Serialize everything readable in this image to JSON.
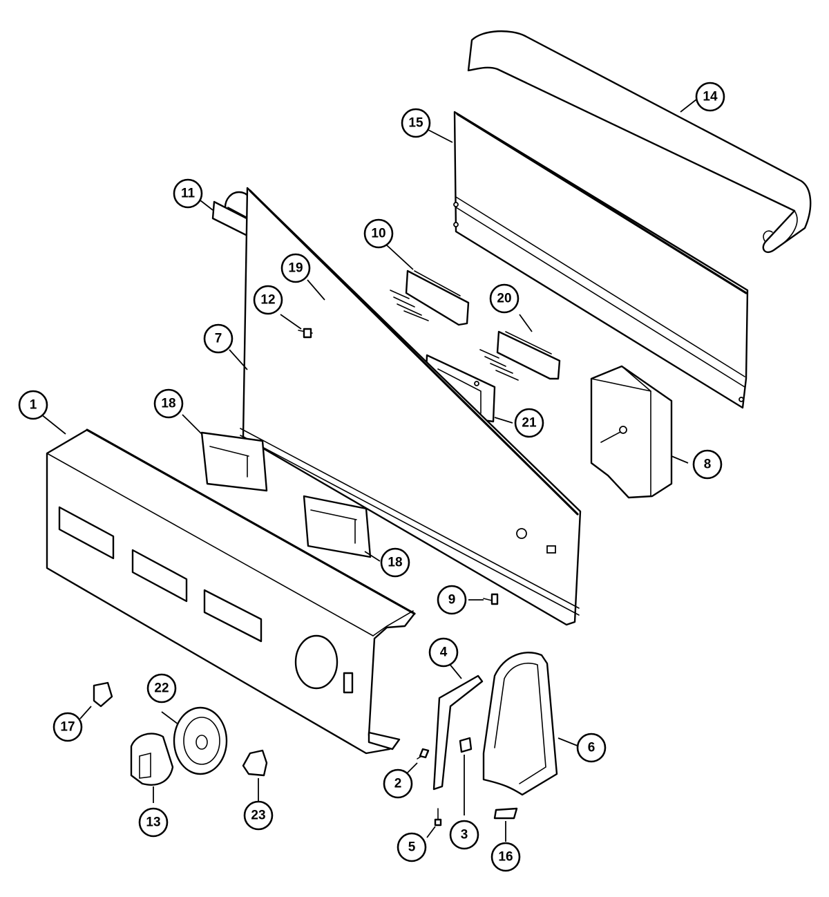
{
  "callouts": [
    {
      "label": "1"
    },
    {
      "label": "2"
    },
    {
      "label": "3"
    },
    {
      "label": "4"
    },
    {
      "label": "5"
    },
    {
      "label": "6"
    },
    {
      "label": "7"
    },
    {
      "label": "8"
    },
    {
      "label": "9"
    },
    {
      "label": "10"
    },
    {
      "label": "11"
    },
    {
      "label": "12"
    },
    {
      "label": "13"
    },
    {
      "label": "14"
    },
    {
      "label": "15"
    },
    {
      "label": "16"
    },
    {
      "label": "17"
    },
    {
      "label": "18"
    },
    {
      "label": "18"
    },
    {
      "label": "19"
    },
    {
      "label": "20"
    },
    {
      "label": "21"
    },
    {
      "label": "22"
    },
    {
      "label": "23"
    }
  ]
}
